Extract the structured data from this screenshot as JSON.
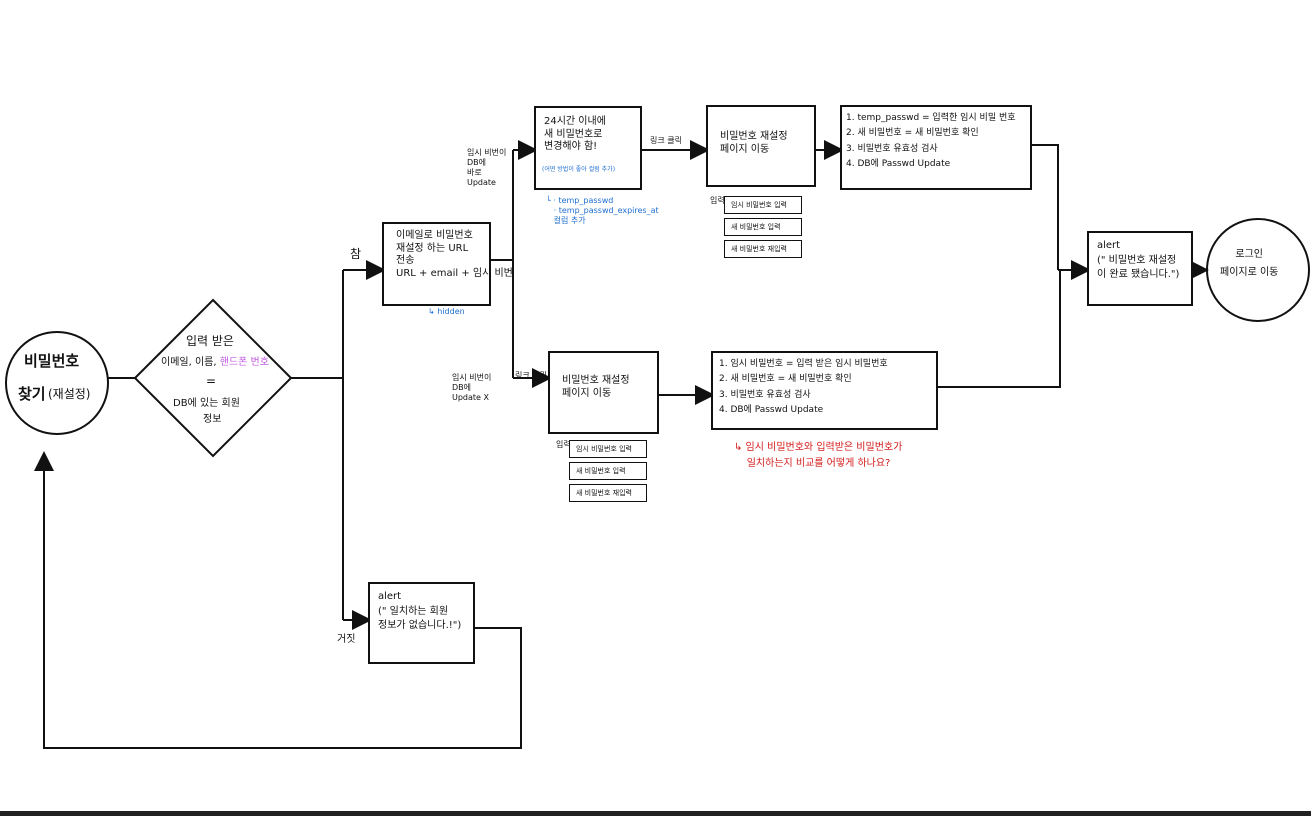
{
  "start": {
    "line1": "비밀번호",
    "line2": "찾기",
    "line2b": "(재설정)"
  },
  "decision": {
    "line1": "입력 받은",
    "line2a": "이메일, 이름, ",
    "line2b": "핸드폰 번호",
    "eq": "=",
    "line3": "DB에 있는 회원",
    "line4": "정보"
  },
  "labels": {
    "true": "참",
    "false": "거짓",
    "temp_update": "임시 비번이\nDB에\n바로\nUpdate",
    "temp_no_update": "임시 비번이\nDB에\nUpdate X",
    "link_click_top": "링크 클릭",
    "link_click_bottom": "링크 클릭",
    "input_top": "입력",
    "input_bottom": "입력"
  },
  "email_box": {
    "text": "이메일로 비밀번호\n재설정 하는 URL\n전송\nURL + email + 임시 비번",
    "hidden_note": "↳ hidden"
  },
  "deadline_box": {
    "text": "24시간 이내에\n새 비밀번호로\n변경해야 함!",
    "note": "(어떤 방법이 좋아 컬럼 추가)"
  },
  "columns_note": "└ · temp_passwd\n   · temp_passwd_expires_at\n   컬럼 추가",
  "reset_top": {
    "text": "비밀번호 재설정\n페이지 이동"
  },
  "reset_bottom": {
    "text": "비밀번호 재설정\n페이지 이동"
  },
  "fields_top": [
    "임시 비밀번호 입력",
    "새 비밀번호 입력",
    "새 비밀번호 재입력"
  ],
  "fields_bottom": [
    "임시 비밀번호 입력",
    "새 비밀번호 입력",
    "새 비밀번호 재입력"
  ],
  "steps_top": "1. temp_passwd = 입력한 임시 비밀 번호\n2. 새 비밀번호 = 새 비밀번호 확인\n3. 비밀번호 유효성 검사\n4. DB에 Passwd Update",
  "steps_bottom": "1. 임시 비밀번호 = 입력 받은 임시 비밀번호\n2. 새 비밀번호 = 새 비밀번호 확인\n3. 비밀번호 유효성 검사\n4. DB에 Passwd Update",
  "question": "↳ 임시 비밀번호와 입력받은 비밀번호가\n    일치하는지 비교를 어떻게 하나요?",
  "alert_success": "alert\n(\" 비밀번호 재설정\n이 완료 됐습니다.\")",
  "login": "로그인\n페이지로 이동",
  "alert_fail": "alert\n(\" 일치하는 회원\n정보가 없습니다.!\")"
}
